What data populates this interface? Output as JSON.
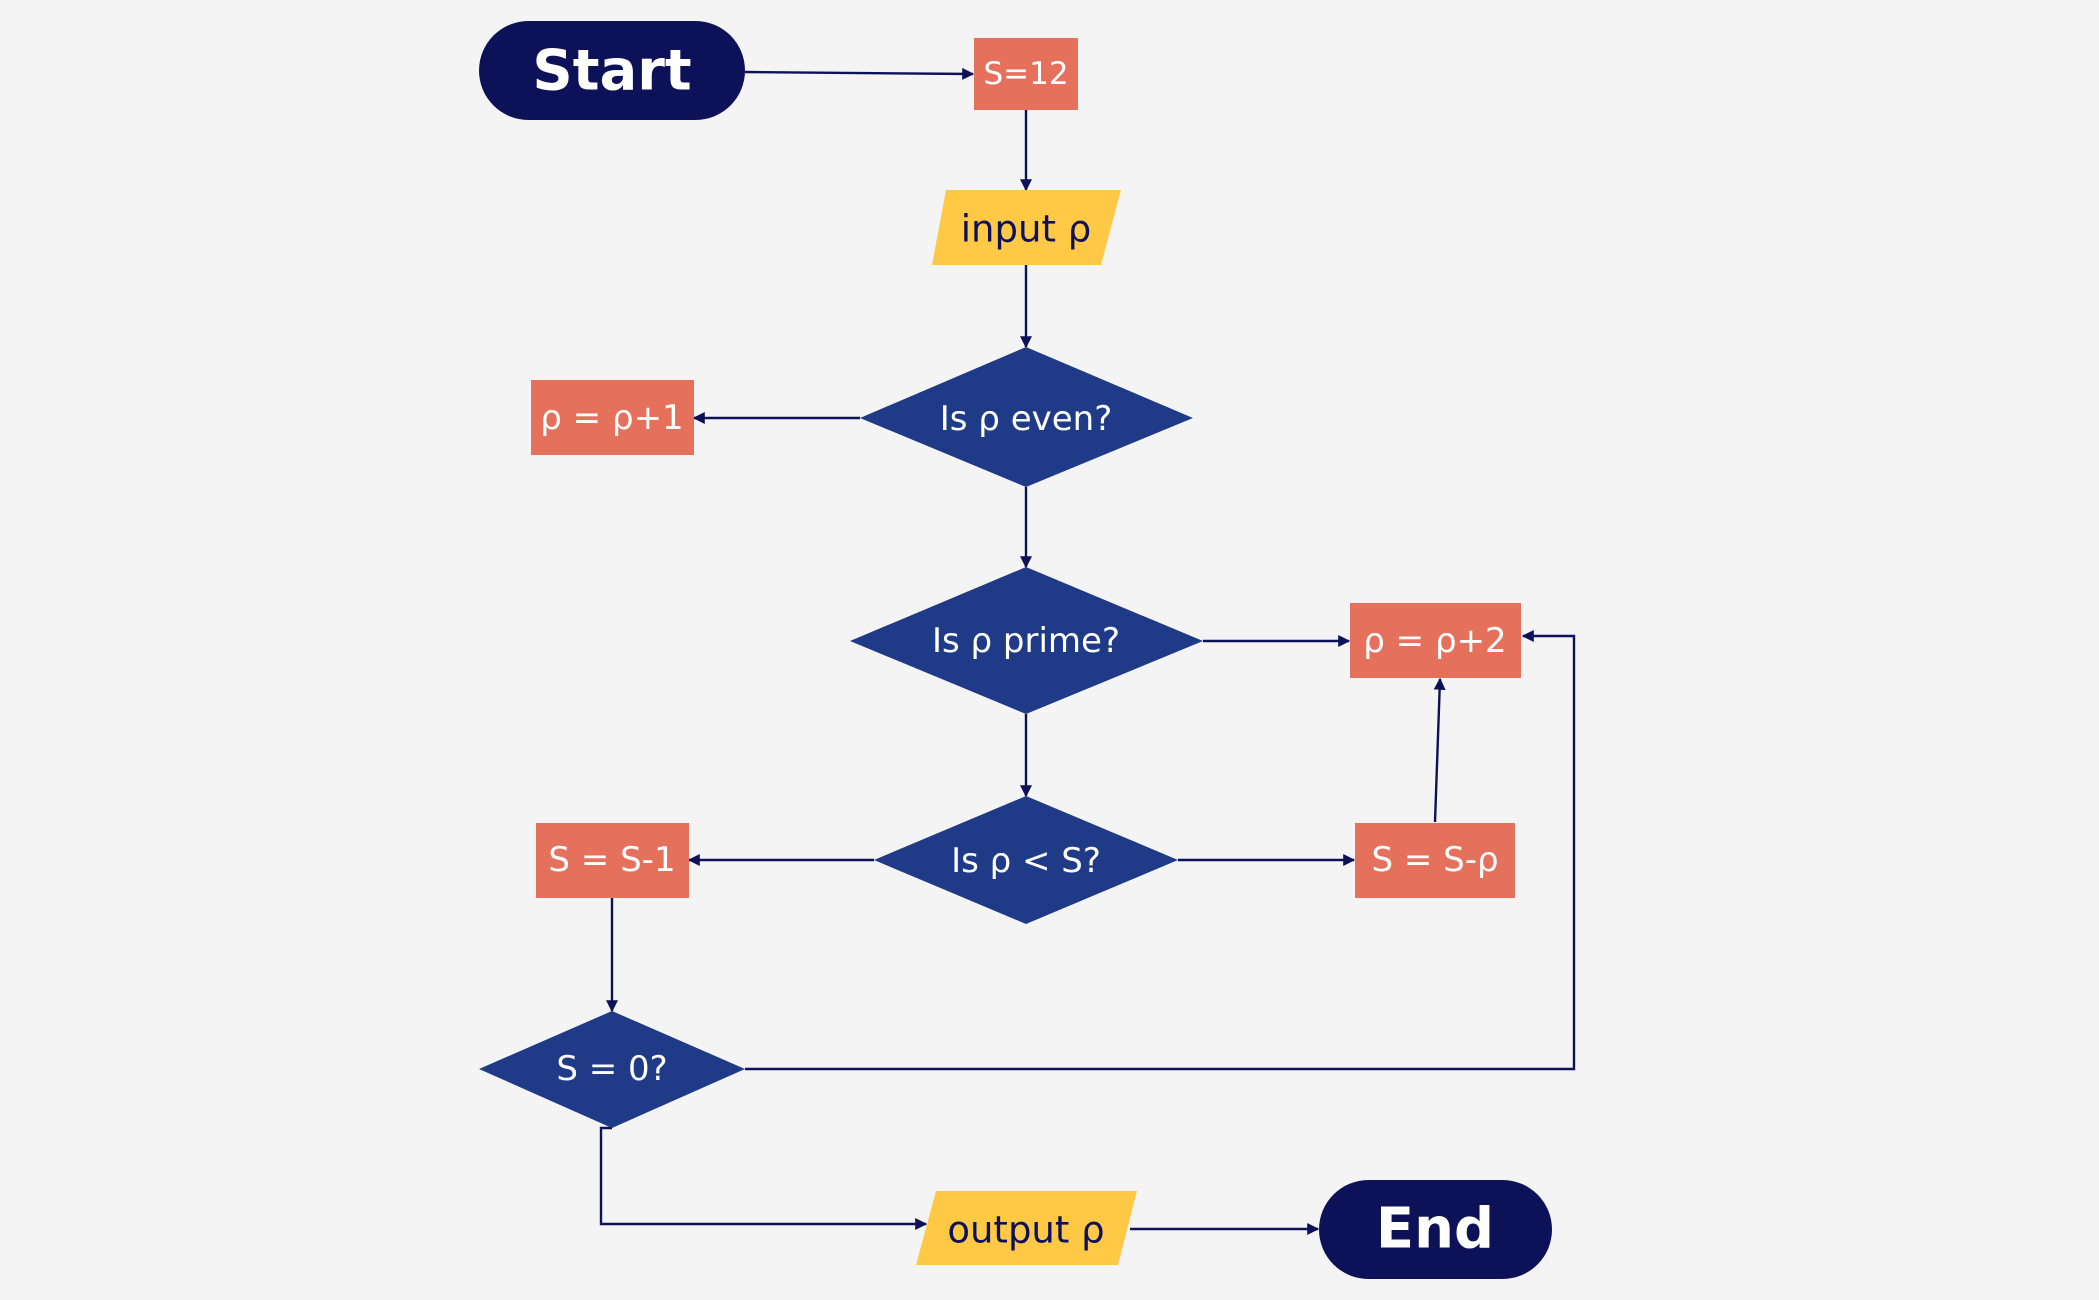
{
  "colors": {
    "background": "#f4f4f4",
    "terminator": "#0d1157",
    "decision": "#1f3a87",
    "process": "#e5705b",
    "io": "#ffc845",
    "connector": "#0d1157",
    "light_text": "#ffffff",
    "dark_text": "#0d1157"
  },
  "nodes": {
    "start": "Start",
    "init_s": "S=12",
    "input_p": "input ρ",
    "is_even": "Is ρ even?",
    "p_plus_1": "ρ = ρ+1",
    "is_prime": "Is ρ prime?",
    "p_plus_2": "ρ = ρ+2",
    "is_less": "Is ρ < S?",
    "s_minus_1": "S = S-1",
    "s_minus_p": "S = S-ρ",
    "s_zero": "S = 0?",
    "output_p": "output ρ",
    "end": "End"
  }
}
